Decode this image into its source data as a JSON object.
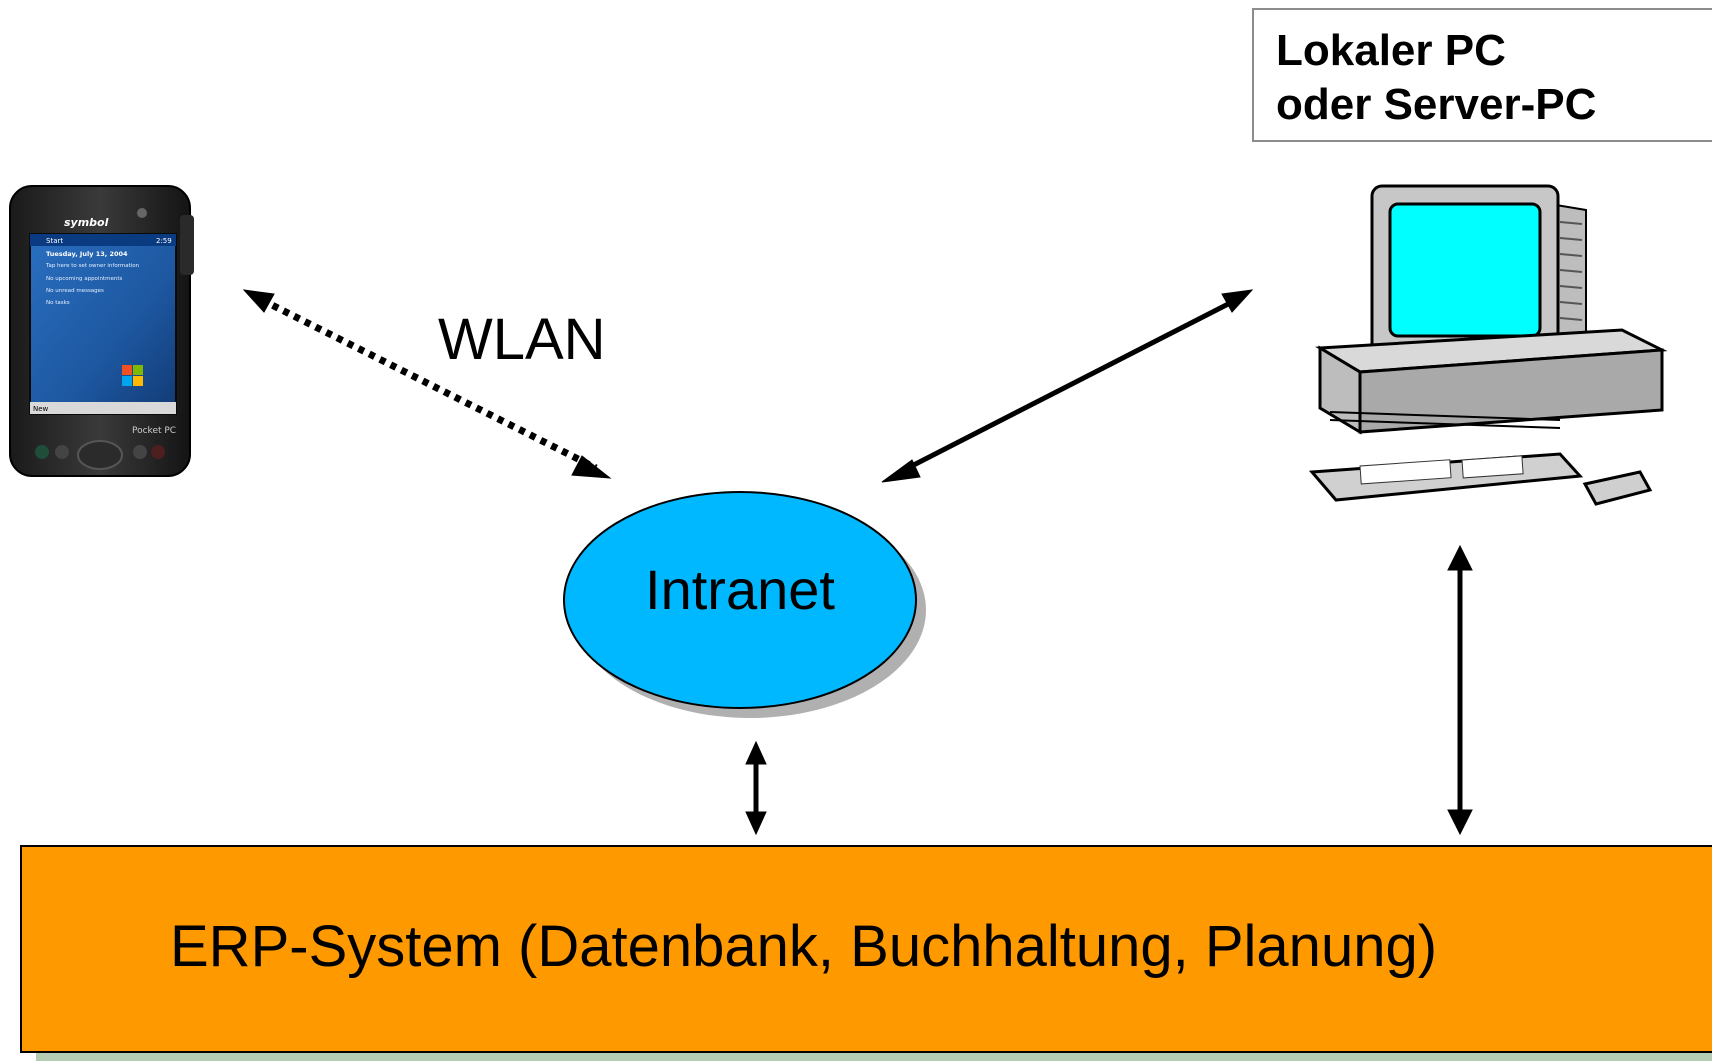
{
  "nodes": {
    "pc_label_line1": "Lokaler PC",
    "pc_label_line2": "oder Server-PC",
    "intranet": "Intranet",
    "erp": "ERP-System (Datenbank, Buchhaltung, Planung)"
  },
  "edges": {
    "wlan_label": "WLAN"
  },
  "device": {
    "brand": "symbol",
    "clock": "2:59",
    "start": "Start",
    "date_line": "Tuesday, July 13, 2004",
    "owner_line": "Tap here to set owner information",
    "appointments_line": "No upcoming appointments",
    "messages_line": "No unread messages",
    "tasks_line": "No tasks",
    "softkey_new": "New",
    "model": "Pocket PC"
  },
  "colors": {
    "intranet_fill": "#00b8ff",
    "erp_fill": "#ff9900",
    "pc_screen": "#00ffff",
    "pocket_screen": "#1f5fa8"
  }
}
